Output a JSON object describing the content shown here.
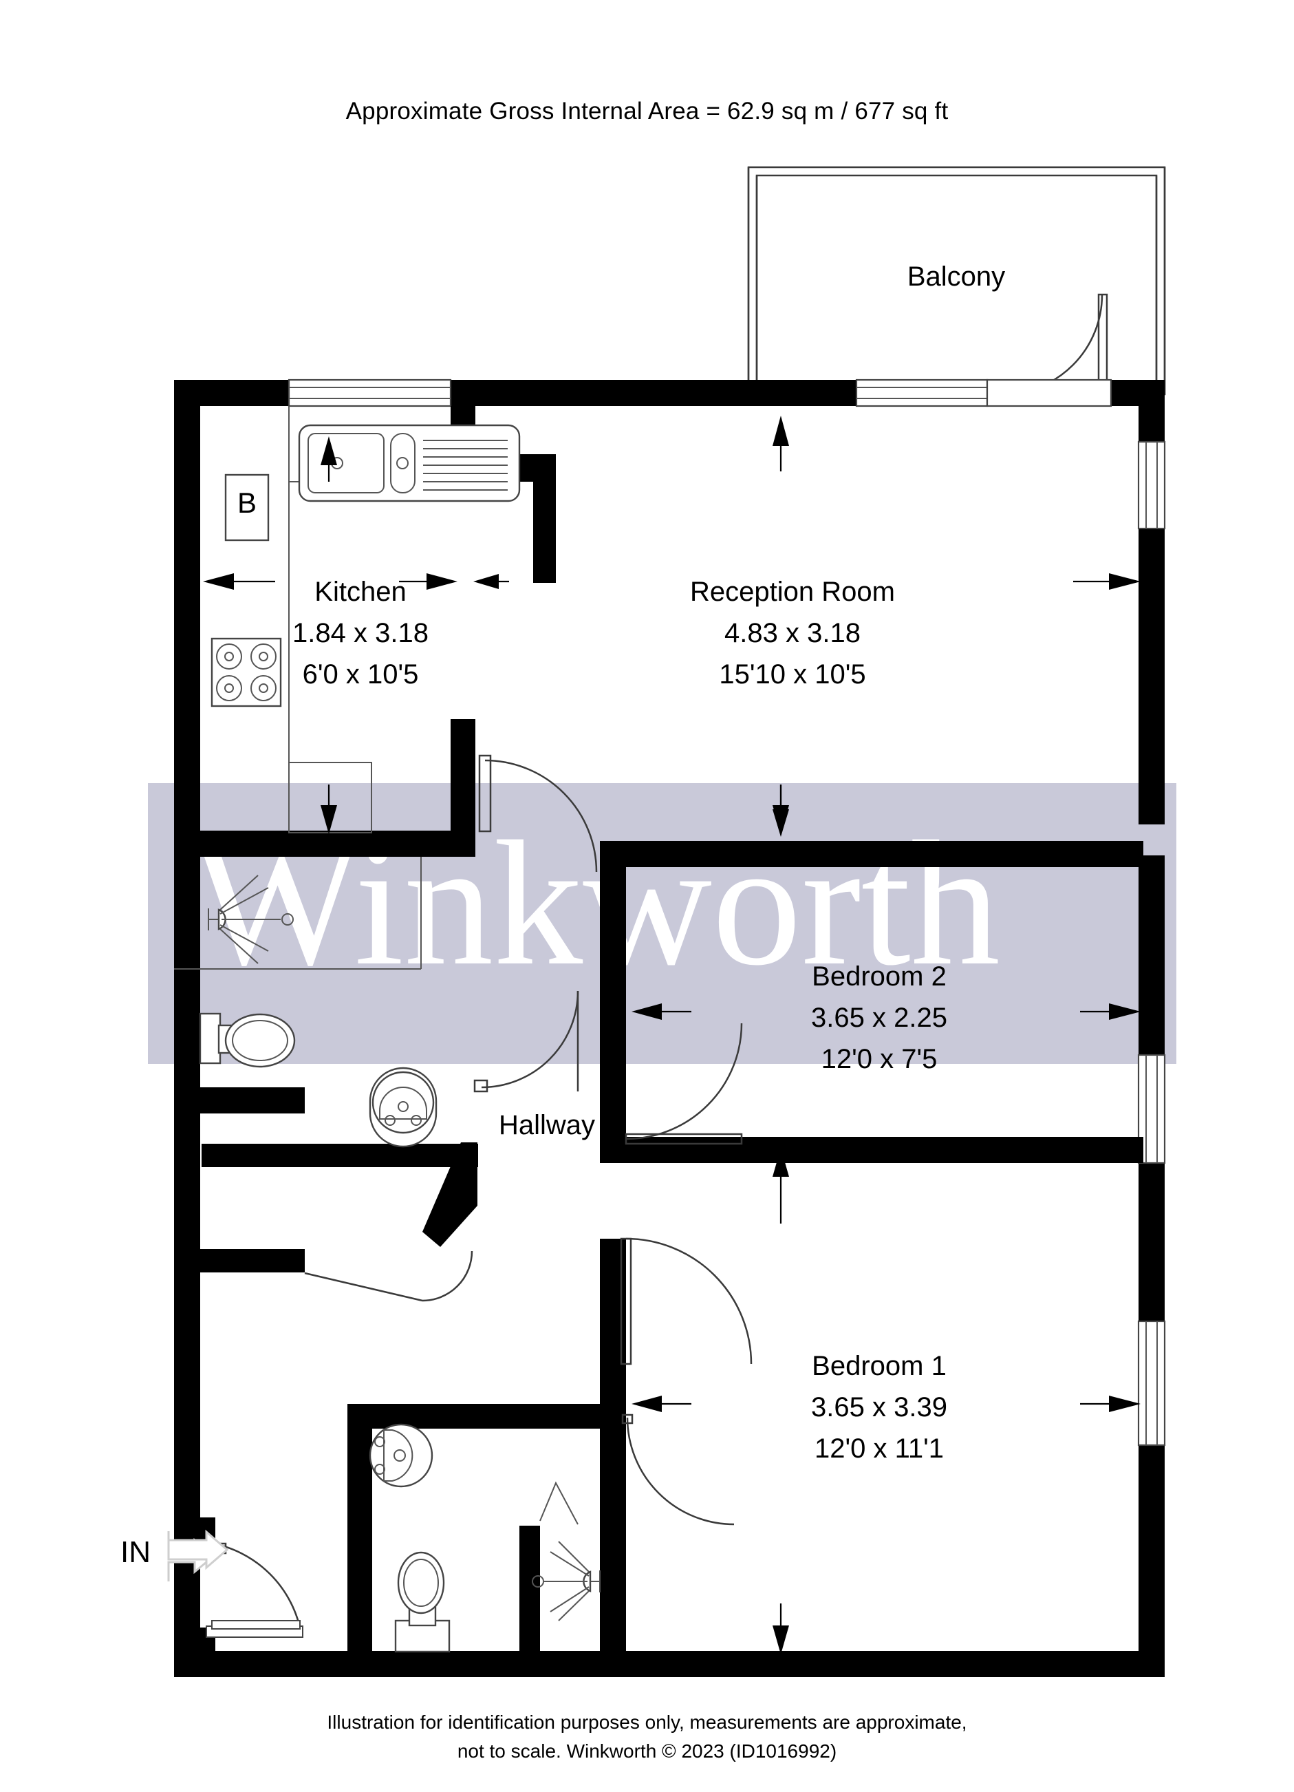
{
  "header": {
    "title": "Approximate Gross Internal Area = 62.9 sq m / 677 sq ft"
  },
  "footer": {
    "line1": "Illustration for identification purposes only, measurements are approximate,",
    "line2": "not to scale. Winkworth © 2023 (ID1016992)"
  },
  "watermark": {
    "text": "Winkworth",
    "band_color": "#c9c9d9",
    "text_color": "#ffffff"
  },
  "colors": {
    "wall": "#000000",
    "fixture_stroke": "#444444",
    "background": "#ffffff",
    "text": "#000000"
  },
  "rooms": [
    {
      "id": "balcony",
      "name": "Balcony",
      "metric": "",
      "imperial": ""
    },
    {
      "id": "kitchen",
      "name": "Kitchen",
      "metric": "1.84 x 3.18",
      "imperial": "6'0 x 10'5"
    },
    {
      "id": "reception-room",
      "name": "Reception Room",
      "metric": "4.83 x 3.18",
      "imperial": "15'10 x 10'5"
    },
    {
      "id": "bedroom-2",
      "name": "Bedroom 2",
      "metric": "3.65 x 2.25",
      "imperial": "12'0 x 7'5"
    },
    {
      "id": "bedroom-1",
      "name": "Bedroom 1",
      "metric": "3.65 x 3.39",
      "imperial": "12'0 x 11'1"
    },
    {
      "id": "hallway",
      "name": "Hallway",
      "metric": "",
      "imperial": ""
    }
  ],
  "markers": {
    "boiler_label": "B",
    "entrance_label": "IN"
  },
  "fixtures": [
    {
      "name": "kitchen-sink",
      "room": "kitchen"
    },
    {
      "name": "hob-icon",
      "room": "kitchen"
    },
    {
      "name": "boiler-icon",
      "room": "kitchen"
    },
    {
      "name": "shower-head-icon",
      "room": "bathroom"
    },
    {
      "name": "toilet-icon",
      "room": "bathroom"
    },
    {
      "name": "basin-icon",
      "room": "bathroom"
    },
    {
      "name": "basin-icon",
      "room": "ensuite"
    },
    {
      "name": "toilet-icon",
      "room": "ensuite"
    },
    {
      "name": "shower-head-icon",
      "room": "ensuite"
    }
  ]
}
